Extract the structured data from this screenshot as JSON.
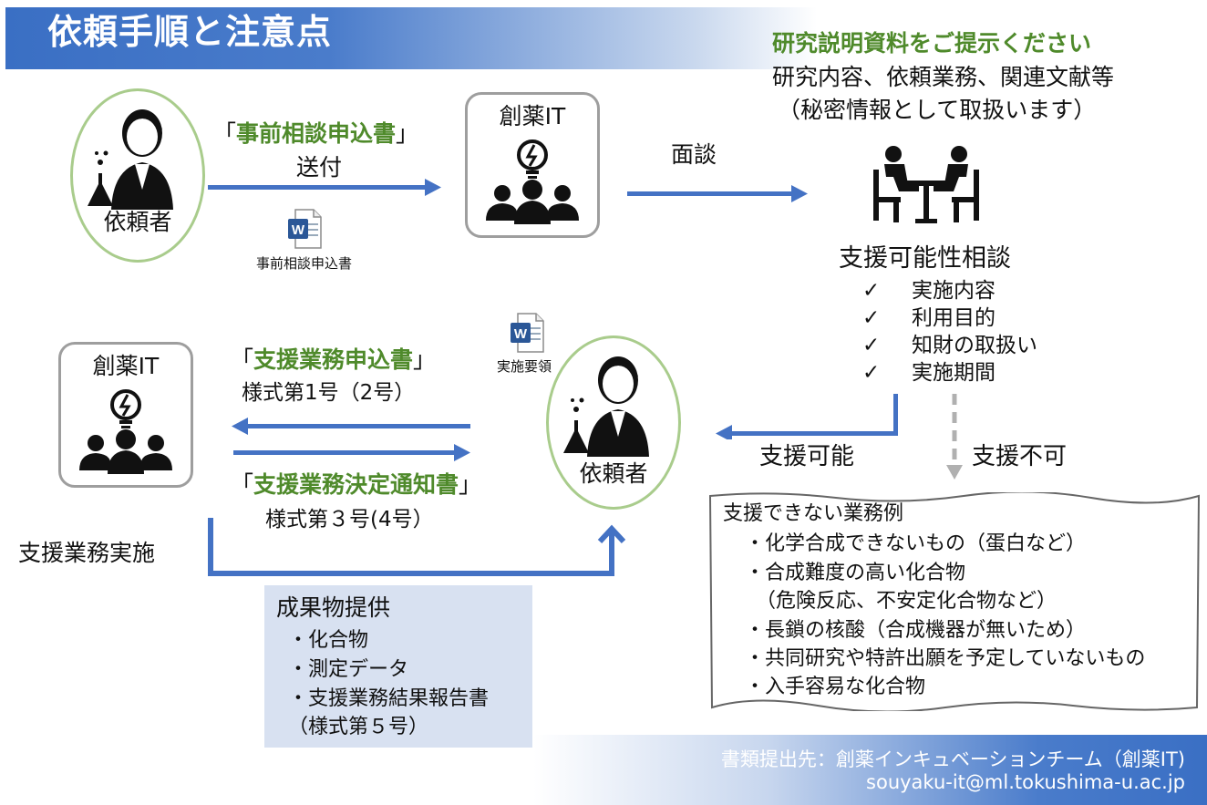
{
  "title": "依頼手順と注意点",
  "requester_label": "依頼者",
  "team_label": "創薬IT",
  "step1": {
    "doc_name": "事前相談申込書",
    "quote_open": "「",
    "quote_close": "」",
    "action": "送付",
    "doc_icon_caption": "事前相談申込書"
  },
  "meeting": {
    "label": "面談",
    "request_title": "研究説明資料をご提示ください",
    "request_body": "研究内容、依頼業務、関連文献等",
    "request_note": "（秘密情報として取扱います）",
    "consult_title": "支援可能性相談",
    "check_mark": "✓",
    "checklist": [
      "実施内容",
      "利用目的",
      "知財の取扱い",
      "実施期間"
    ]
  },
  "decision": {
    "possible": "支援可能",
    "impossible": "支援不可"
  },
  "step2": {
    "application_name": "支援業務申込書",
    "application_form": "様式第1号（2号）",
    "notice_name": "支援業務決定通知書",
    "notice_form": "様式第３号(4号）",
    "doc_icon_caption": "実施要領",
    "execution_label": "支援業務実施"
  },
  "deliverables": {
    "title": "成果物提供",
    "items": [
      "・化合物",
      "・測定データ",
      "・支援業務結果報告書"
    ],
    "note": "（様式第５号）"
  },
  "not_supported": {
    "title": "支援できない業務例",
    "lines": [
      "・化学合成できないもの（蛋白など）",
      "・合成難度の高い化合物",
      "（危険反応、不安定化合物など）",
      "・長鎖の核酸（合成機器が無いため）",
      "・共同研究や特許出願を予定していないもの",
      "・入手容易な化合物"
    ]
  },
  "footer": {
    "line1": "書類提出先：創薬インキュベーションチーム（創薬IT)",
    "line2": "souyaku-it@ml.tokushima-u.ac.jp"
  },
  "colors": {
    "accent": "#4472c4",
    "green": "#4f8a2b",
    "circle": "#a9cc8c",
    "box_border": "#9e9e9e",
    "info_bg": "#d8e1f1"
  }
}
